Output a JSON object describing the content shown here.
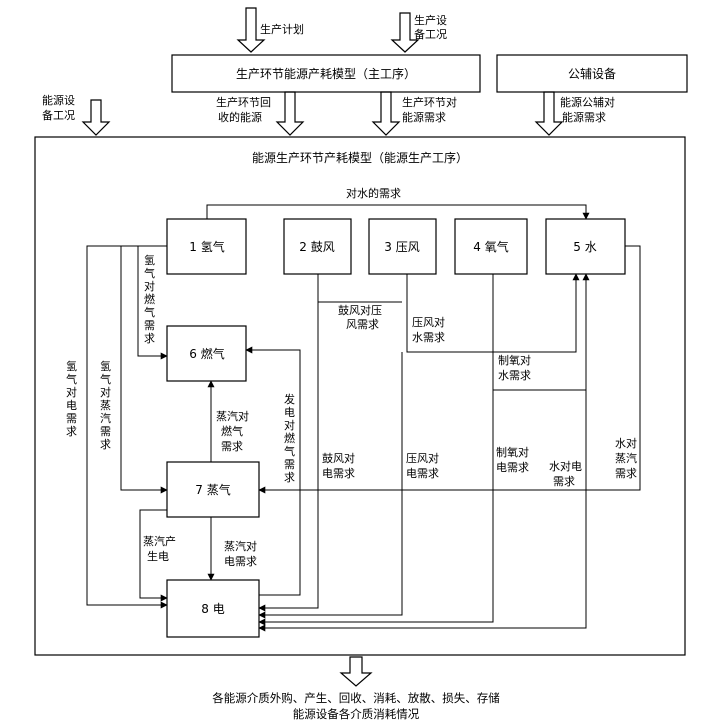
{
  "top_inputs": {
    "production_plan": "生产计划",
    "production_equipment_status": [
      "生产设",
      "备工况"
    ],
    "energy_equipment_status": [
      "能源设",
      "备工况"
    ]
  },
  "top_boxes": {
    "main_process_model": "生产环节能源产耗模型（主工序）",
    "auxiliary_equipment": "公辅设备"
  },
  "top_flows": {
    "production_recovered_energy": [
      "生产环节回",
      "收的能源"
    ],
    "production_energy_demand": [
      "生产环节对",
      "能源需求"
    ],
    "auxiliary_energy_demand": [
      "能源公辅对",
      "能源需求"
    ]
  },
  "main_box_title": "能源生产环节产耗模型（能源生产工序）",
  "nodes": {
    "hydrogen": "1 氢气",
    "blast": "2 鼓风",
    "compressed_air": "3 压风",
    "oxygen": "4 氧气",
    "water": "5 水",
    "gas": "6 燃气",
    "steam": "7 蒸气",
    "electricity": "8 电"
  },
  "edge_labels": {
    "water_demand": [
      "对水的需求"
    ],
    "hydrogen_to_gas": [
      "氢",
      "气",
      "对",
      "燃",
      "气",
      "需",
      "求"
    ],
    "hydrogen_to_electricity": [
      "氢",
      "气",
      "对",
      "电",
      "需",
      "求"
    ],
    "hydrogen_to_steam": [
      "氢",
      "气",
      "对",
      "蒸",
      "汽",
      "需",
      "求"
    ],
    "blast_to_compressed_air": [
      "鼓风对压",
      "风需求"
    ],
    "compressed_air_to_water": [
      "压风对",
      "水需求"
    ],
    "oxygen_to_water": [
      "制氧对",
      "水需求"
    ],
    "steam_to_gas": [
      "蒸汽对",
      "燃气",
      "需求"
    ],
    "power_gen_to_gas": [
      "发",
      "电",
      "对",
      "燃",
      "气",
      "需",
      "求"
    ],
    "blast_to_electricity": [
      "鼓风对",
      "电需求"
    ],
    "compressed_air_to_electricity": [
      "压风对",
      "电需求"
    ],
    "oxygen_to_electricity": [
      "制氧对",
      "电需求"
    ],
    "water_to_electricity": [
      "水对电",
      "需求"
    ],
    "water_to_steam": [
      "水对",
      "蒸汽",
      "需求"
    ],
    "steam_generates_electricity": [
      "蒸汽产",
      "生电"
    ],
    "steam_to_electricity": [
      "蒸汽对",
      "电需求"
    ]
  },
  "bottom_output": [
    "各能源介质外购、产生、回收、消耗、放散、损失、存储",
    "能源设备各介质消耗情况"
  ]
}
